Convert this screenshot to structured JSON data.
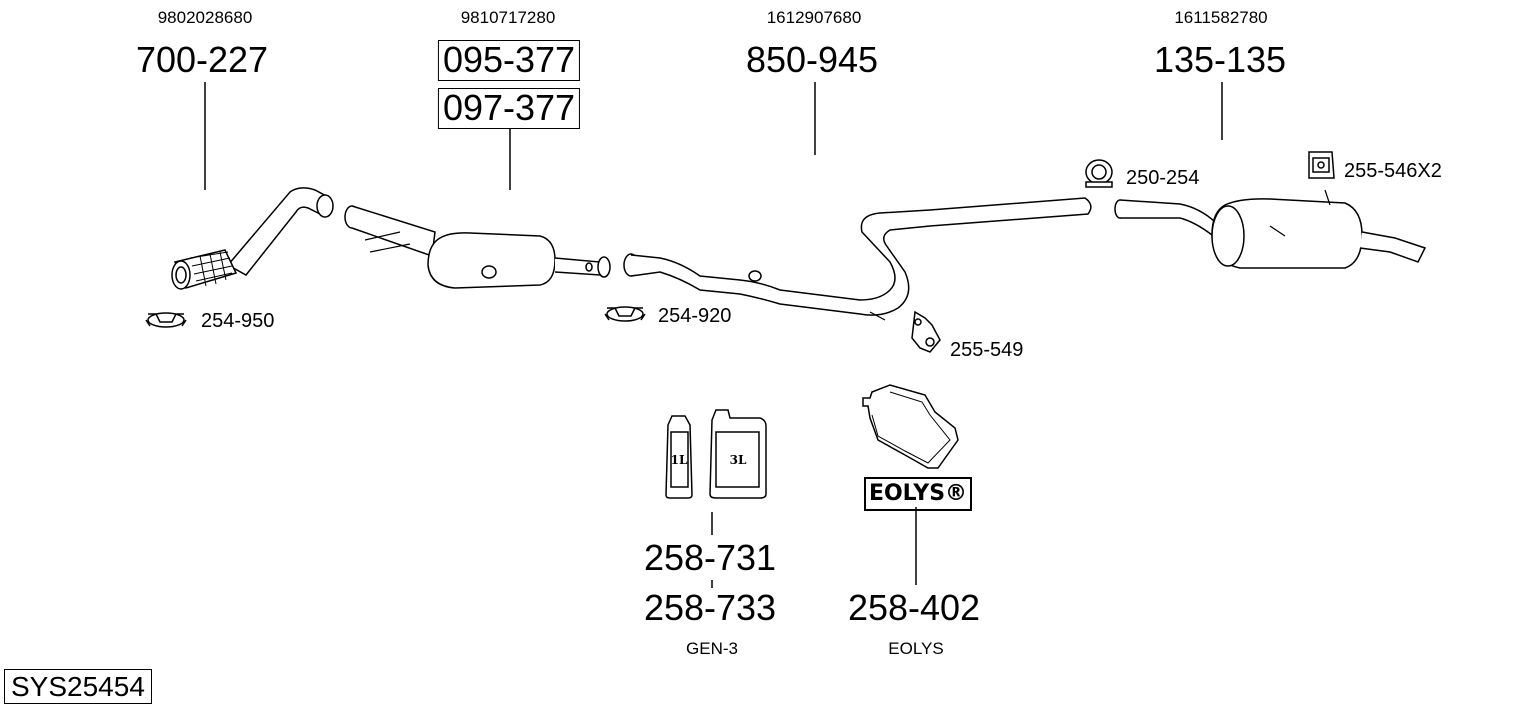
{
  "columns": [
    {
      "oem": "9802028680",
      "parts": [
        "700-227"
      ]
    },
    {
      "oem": "9810717280",
      "parts": [
        "095-377",
        "097-377"
      ]
    },
    {
      "oem": "1612907680",
      "parts": [
        "850-945"
      ]
    },
    {
      "oem": "1611582780",
      "parts": [
        "135-135"
      ]
    }
  ],
  "accessories": {
    "clamp_front": "254-950",
    "clamp_mid": "254-920",
    "hanger_mid": "255-549",
    "clamp_rear": "250-254",
    "hanger_rear": "255-546X2"
  },
  "additive": {
    "can_small_label": "1L",
    "can_large_label": "3L",
    "parts": [
      "258-731",
      "258-733"
    ],
    "caption": "GEN-3"
  },
  "eolys": {
    "badge": "EOLYS®",
    "part": "258-402",
    "caption": "EOLYS"
  },
  "system_id": "SYS25454"
}
